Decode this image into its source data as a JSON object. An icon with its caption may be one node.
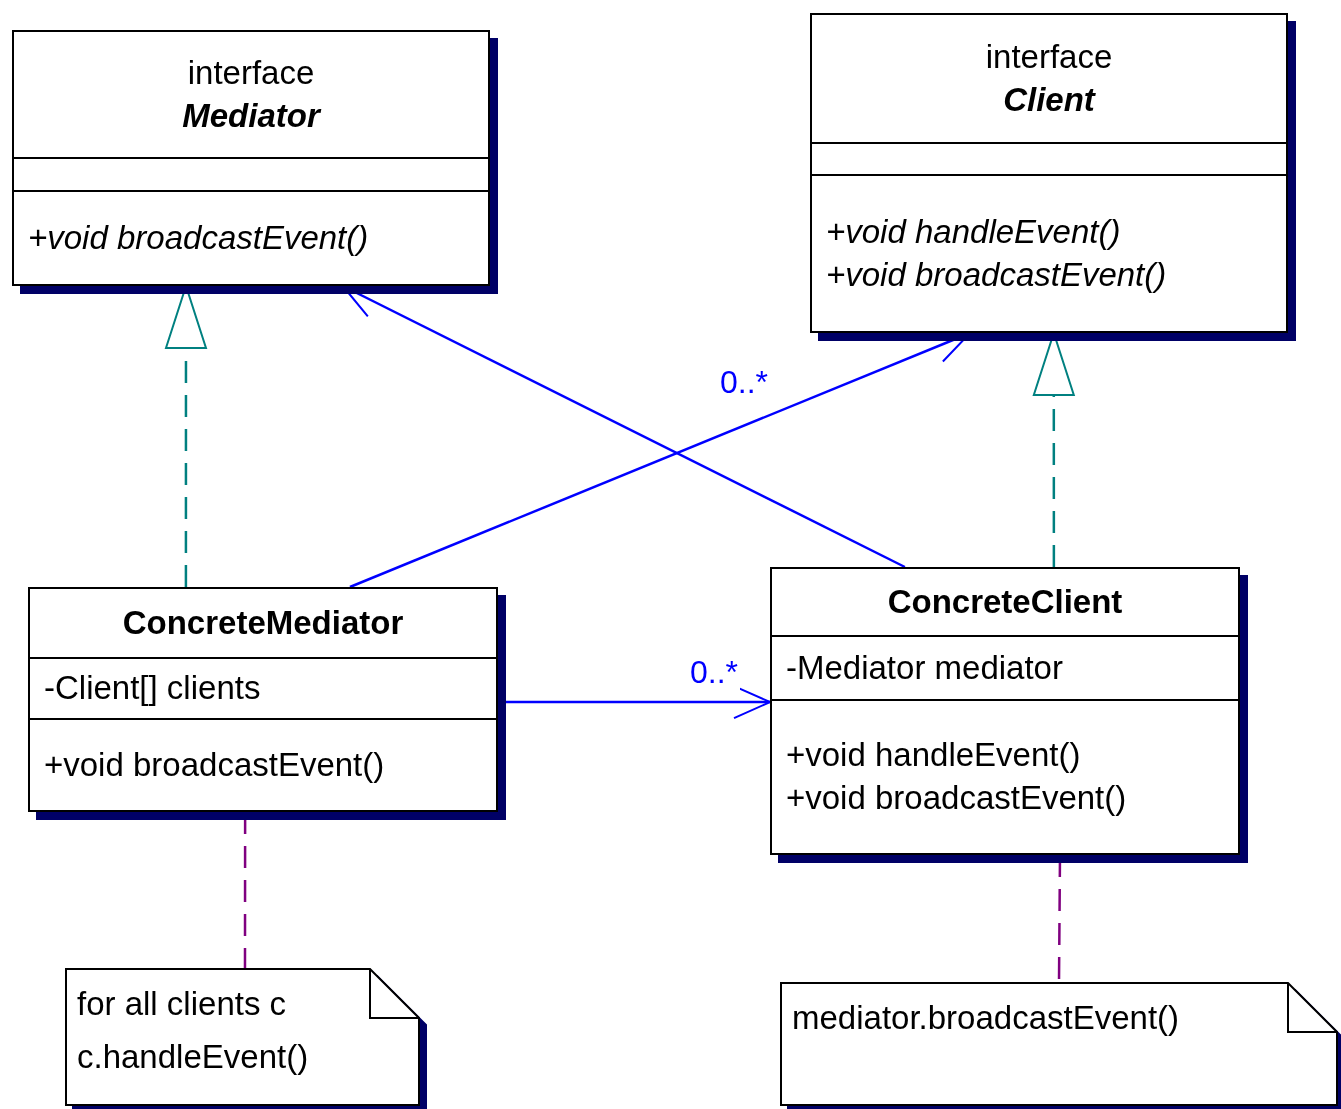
{
  "diagram": {
    "nodes": [
      {
        "text": [
          "interface",
          "Mediator",
          "+void broadcastEvent()"
        ]
      },
      {
        "text": [
          "interface",
          "Client",
          "+void handleEvent()",
          "+void broadcastEvent()"
        ]
      },
      {
        "text": [
          "ConcreteMediator",
          "-Client[] clients",
          "+void broadcastEvent()"
        ]
      },
      {
        "text": [
          "ConcreteClient",
          "-Mediator mediator",
          "+void handleEvent()",
          "+void broadcastEvent()"
        ]
      },
      {
        "text": [
          "for all clients c c.handleEvent()"
        ]
      },
      {
        "text": [
          "mediator.broadcastEvent()"
        ]
      }
    ],
    "edges": [
      {
        "from": 2,
        "to": 0,
        "arrow": "to",
        "style": "dashed",
        "color": "#008080"
      },
      {
        "from": 3,
        "to": 1,
        "arrow": "to",
        "style": "dashed",
        "color": "#008080"
      },
      {
        "from": 3,
        "to": 0,
        "arrow": "to"
      },
      {
        "from": 2,
        "to": 1,
        "arrow": "to",
        "label": "0..*"
      },
      {
        "from": 2,
        "to": 3,
        "arrow": "to",
        "label": "0..*"
      },
      {
        "from": 2,
        "to": 4,
        "arrow": "none",
        "style": "dashed",
        "color": "#800080"
      },
      {
        "from": 3,
        "to": 5,
        "arrow": "none",
        "style": "dashed",
        "color": "#800080"
      }
    ]
  }
}
